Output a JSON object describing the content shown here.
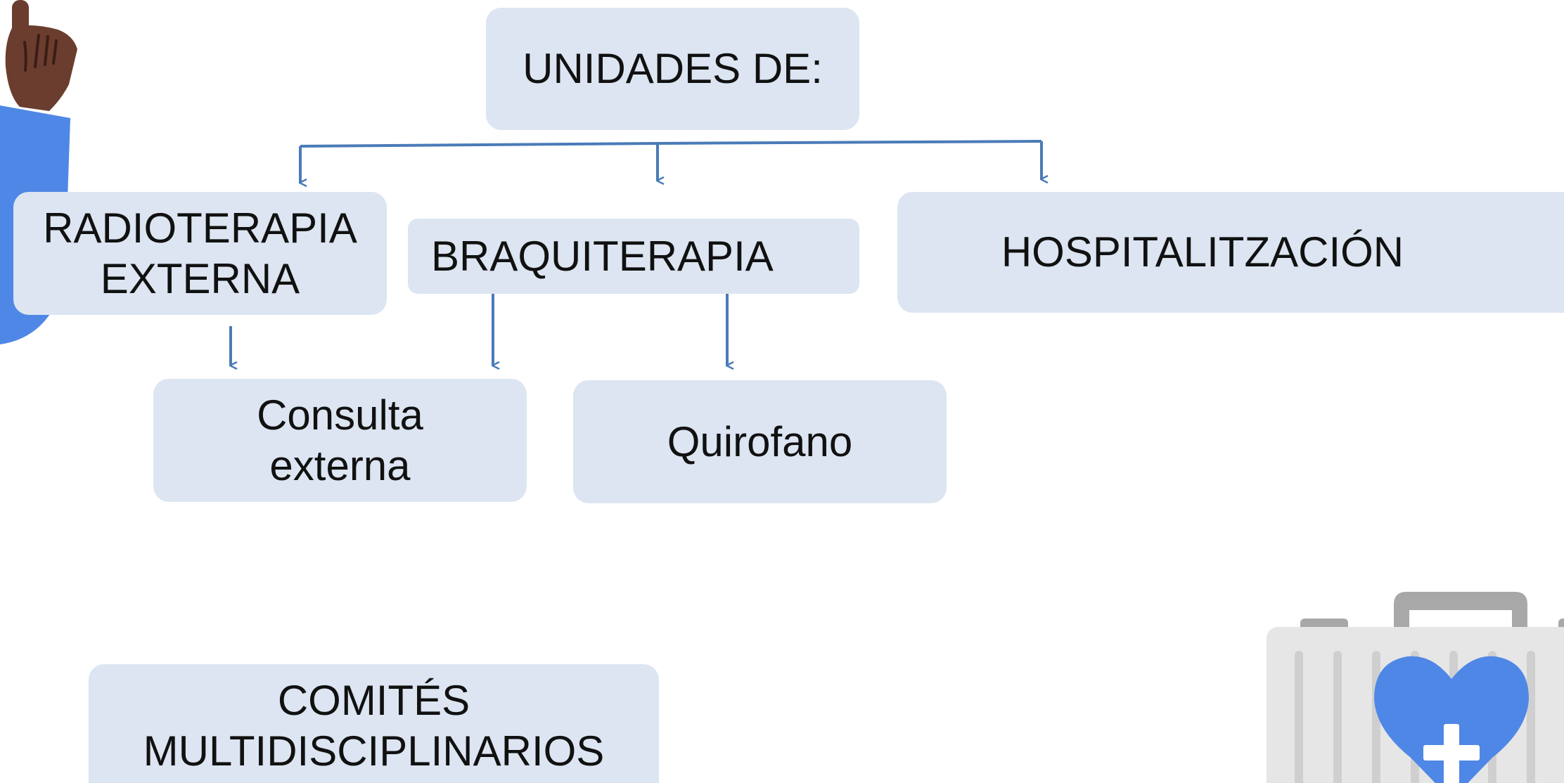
{
  "diagram": {
    "root": {
      "label": "UNIDADES DE:"
    },
    "units": [
      {
        "label": "RADIOTERAPIA\nEXTERNA"
      },
      {
        "label": "BRAQUITERAPIA"
      },
      {
        "label": "HOSPITALITZACIÓN"
      }
    ],
    "sub_units": [
      {
        "label": "Consulta\nexterna"
      },
      {
        "label": "Quirofano"
      }
    ],
    "committees": {
      "label": "COMITÉS\nMULTIDISCIPLINARIOS"
    }
  },
  "decorations": {
    "pointing_hand": "pointing-hand-illustration",
    "medical_kit": "medical-kit-heart-icon"
  },
  "colors": {
    "box_fill": "#dce5f1",
    "connector": "#4a7bb8",
    "sleeve": "#4f87e6",
    "skin": "#6b3d2e",
    "kit_body": "#e6e6e6",
    "kit_handle": "#a8a8a8",
    "heart": "#4f87e6"
  }
}
